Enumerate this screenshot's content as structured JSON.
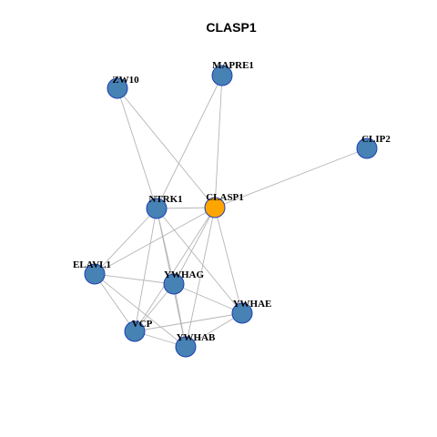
{
  "title": "CLASP1",
  "colors": {
    "node_default": "#4682b4",
    "node_focus": "#ffa500",
    "node_border": "#1f3fb3",
    "edge": "#b5b5b5"
  },
  "nodes": [
    {
      "id": "CLASP1",
      "label": "CLASP1",
      "focus": true
    },
    {
      "id": "MAPRE1",
      "label": "MAPRE1"
    },
    {
      "id": "ZW10",
      "label": "ZW10"
    },
    {
      "id": "CLIP2",
      "label": "CLIP2"
    },
    {
      "id": "NTRK1",
      "label": "NTRK1"
    },
    {
      "id": "ELAVL1",
      "label": "ELAVL1"
    },
    {
      "id": "YWHAG",
      "label": "YWHAG"
    },
    {
      "id": "YWHAE",
      "label": "YWHAE"
    },
    {
      "id": "VCP",
      "label": "VCP"
    },
    {
      "id": "YWHAB",
      "label": "YWHAB"
    }
  ],
  "edges": [
    [
      "ZW10",
      "NTRK1"
    ],
    [
      "ZW10",
      "CLASP1"
    ],
    [
      "MAPRE1",
      "NTRK1"
    ],
    [
      "MAPRE1",
      "CLASP1"
    ],
    [
      "CLIP2",
      "CLASP1"
    ],
    [
      "NTRK1",
      "CLASP1"
    ],
    [
      "NTRK1",
      "ELAVL1"
    ],
    [
      "NTRK1",
      "YWHAG"
    ],
    [
      "NTRK1",
      "YWHAE"
    ],
    [
      "NTRK1",
      "VCP"
    ],
    [
      "NTRK1",
      "YWHAB"
    ],
    [
      "CLASP1",
      "ELAVL1"
    ],
    [
      "CLASP1",
      "YWHAG"
    ],
    [
      "CLASP1",
      "YWHAE"
    ],
    [
      "CLASP1",
      "VCP"
    ],
    [
      "CLASP1",
      "YWHAB"
    ],
    [
      "ELAVL1",
      "YWHAG"
    ],
    [
      "ELAVL1",
      "VCP"
    ],
    [
      "ELAVL1",
      "YWHAB"
    ],
    [
      "YWHAG",
      "YWHAE"
    ],
    [
      "YWHAG",
      "VCP"
    ],
    [
      "YWHAG",
      "YWHAB"
    ],
    [
      "YWHAE",
      "VCP"
    ],
    [
      "YWHAE",
      "YWHAB"
    ],
    [
      "VCP",
      "YWHAB"
    ]
  ]
}
